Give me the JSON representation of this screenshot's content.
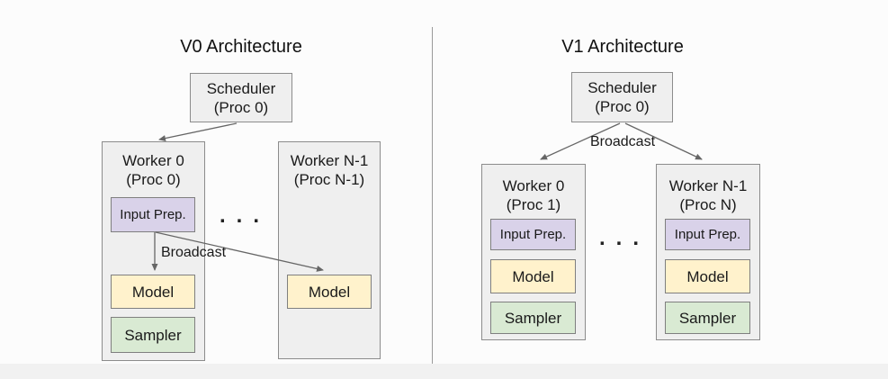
{
  "colors": {
    "canvas_bg": "#fcfcfc",
    "bottom_band": "#f1f1f1",
    "box_gray_fill": "#efefef",
    "box_gray_border": "#8c8c8c",
    "chip_purple": "#d9d2e9",
    "chip_yellow": "#fff2cc",
    "chip_green": "#d9ead3",
    "chip_border": "#7f7f7f",
    "arrow": "#666666",
    "divider": "#9a9a9a",
    "text": "#1a1a1a"
  },
  "v0": {
    "title": "V0 Architecture",
    "scheduler": {
      "line1": "Scheduler",
      "line2": "(Proc 0)"
    },
    "worker0": {
      "line1": "Worker 0",
      "line2": "(Proc 0)",
      "input_prep": "Input Prep.",
      "model": "Model",
      "sampler": "Sampler"
    },
    "workerN": {
      "line1": "Worker N-1",
      "line2": "(Proc N-1)",
      "model": "Model"
    },
    "broadcast_label": "Broadcast",
    "dots": "..."
  },
  "v1": {
    "title": "V1 Architecture",
    "scheduler": {
      "line1": "Scheduler",
      "line2": "(Proc 0)"
    },
    "broadcast_label": "Broadcast",
    "worker0": {
      "line1": "Worker 0",
      "line2": "(Proc 1)",
      "input_prep": "Input Prep.",
      "model": "Model",
      "sampler": "Sampler"
    },
    "workerN": {
      "line1": "Worker N-1",
      "line2": "(Proc N)",
      "input_prep": "Input Prep.",
      "model": "Model",
      "sampler": "Sampler"
    },
    "dots": "..."
  }
}
